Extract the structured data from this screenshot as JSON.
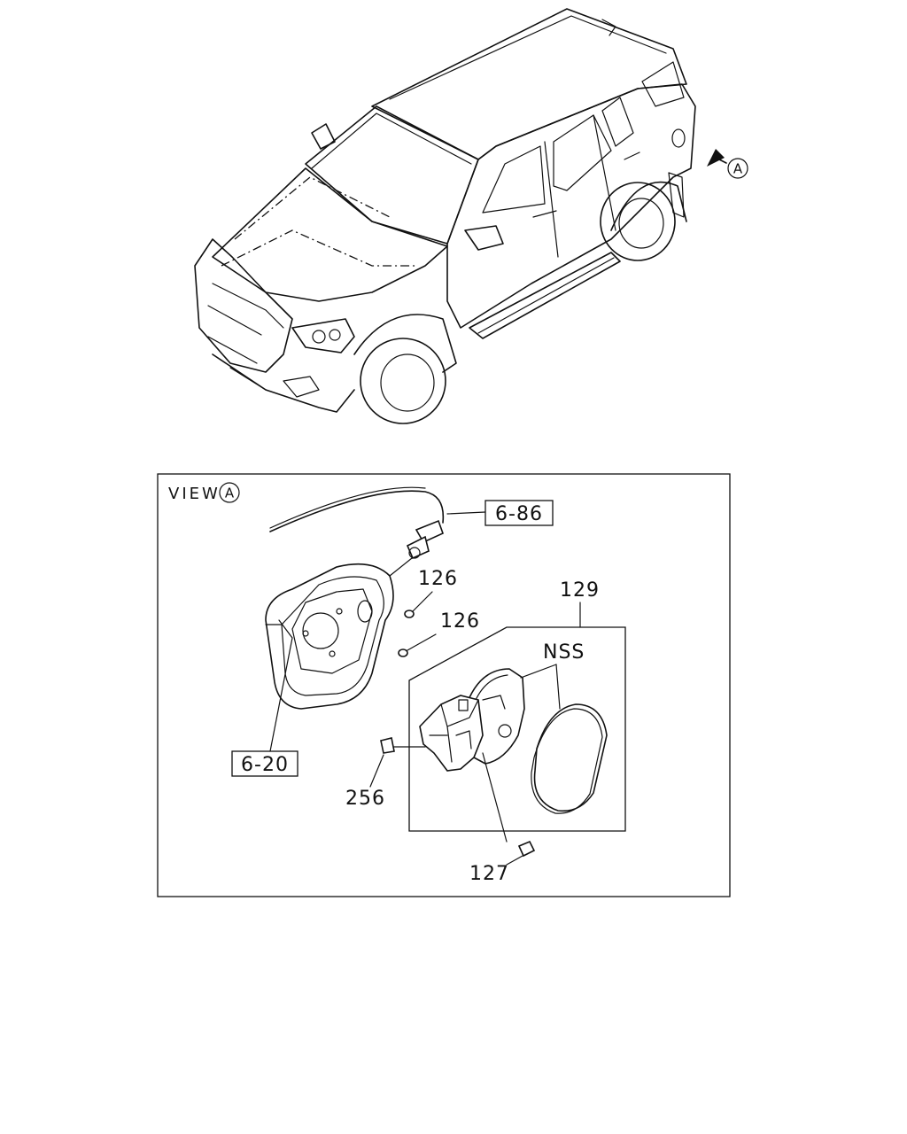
{
  "view_marker": {
    "letter": "A"
  },
  "detail_box": {
    "view_label": "VIEW",
    "view_letter": "A"
  },
  "callouts": {
    "ref_cable": "6-86",
    "ref_housing": "6-20",
    "part_screw_upper": "126",
    "part_screw_lower": "126",
    "part_assembly": "129",
    "part_nss": "NSS",
    "part_clip": "256",
    "part_bolt": "127"
  }
}
